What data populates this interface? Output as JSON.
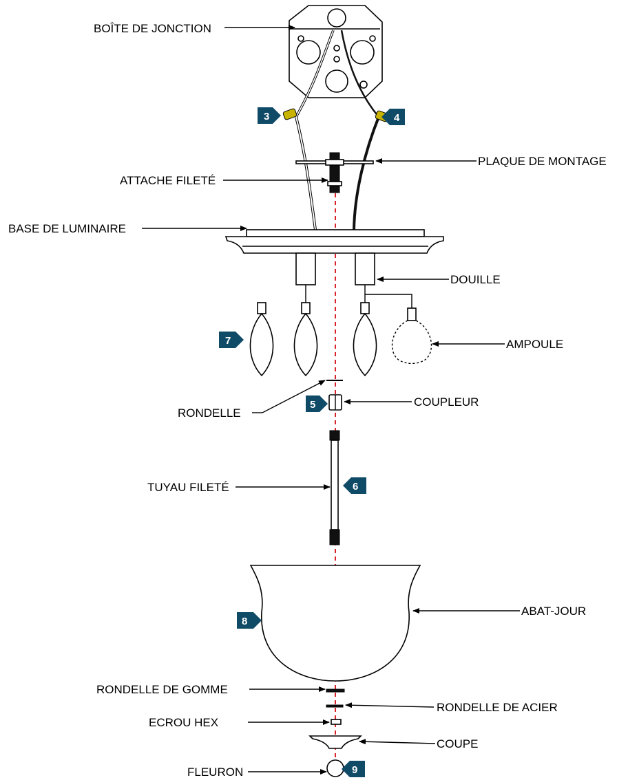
{
  "labels": {
    "junction_box": "BOÎTE DE JONCTION",
    "mounting_plate": "PLAQUE DE MONTAGE",
    "threaded_fastener": "ATTACHE FILETÉ",
    "fixture_base": "BASE DE LUMINAIRE",
    "socket": "DOUILLE",
    "bulb": "AMPOULE",
    "washer": "RONDELLE",
    "coupler": "COUPLEUR",
    "threaded_pipe": "TUYAU FILETÉ",
    "shade": "ABAT-JOUR",
    "rubber_washer": "RONDELLE DE GOMME",
    "steel_washer": "RONDELLE DE ACIER",
    "hex_nut": "ECROU HEX",
    "cup": "COUPE",
    "finial": "FLEURON"
  },
  "steps": {
    "s3": "3",
    "s4": "4",
    "s5": "5",
    "s6": "6",
    "s7": "7",
    "s8": "8",
    "s9": "9"
  },
  "colors": {
    "badge": "#0f4a66",
    "center_line": "#d8232a",
    "wire_nut": "#c8b400",
    "line": "#000000"
  }
}
